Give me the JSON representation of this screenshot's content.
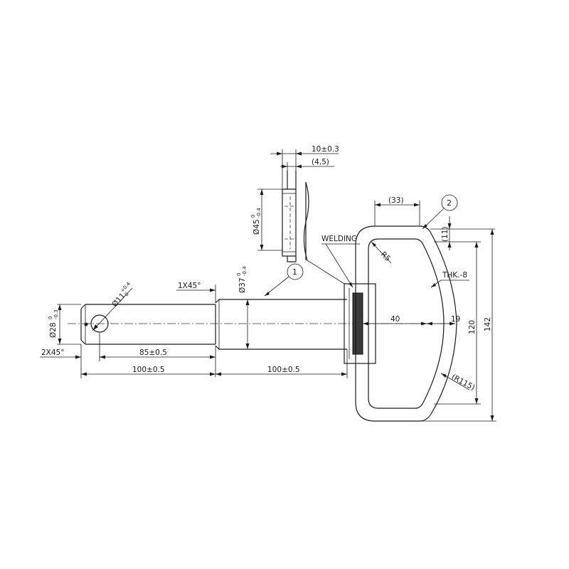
{
  "dimensions": {
    "pin_dia_28": "Ø28",
    "pin_dia_28_tol_up": "0",
    "pin_dia_28_tol_lo": "-0.3",
    "chamfer_small": "2X45°",
    "length_85": "85±0.5",
    "length_100_left": "100±0.5",
    "length_100_right": "100±0.5",
    "hole_dia_11": "Ø11",
    "hole_dia_11_tol_up": "+0.4",
    "hole_dia_11_tol_lo": "0",
    "chamfer_large": "1X45°",
    "shaft_dia_37": "Ø37",
    "shaft_dia_37_tol_up": "0",
    "shaft_dia_37_tol_lo": "-0.4",
    "boss_dia_45": "Ø45",
    "boss_dia_45_tol_up": "0",
    "boss_dia_45_tol_lo": "-0.4",
    "boss_width_10": "10±0.3",
    "boss_ref_4_5": "(4,5)",
    "handle_ref_33": "(33)",
    "handle_ref_11": "(11)",
    "handle_radius_5": "R5",
    "handle_len_40": "40",
    "handle_len_19": "19",
    "handle_height_120": "120",
    "handle_height_142": "142",
    "handle_radius_115": "(R115)"
  },
  "notes": {
    "welding": "WELDING",
    "thickness": "THK.-8"
  },
  "balloons": {
    "part_1": "1",
    "part_2": "2"
  }
}
